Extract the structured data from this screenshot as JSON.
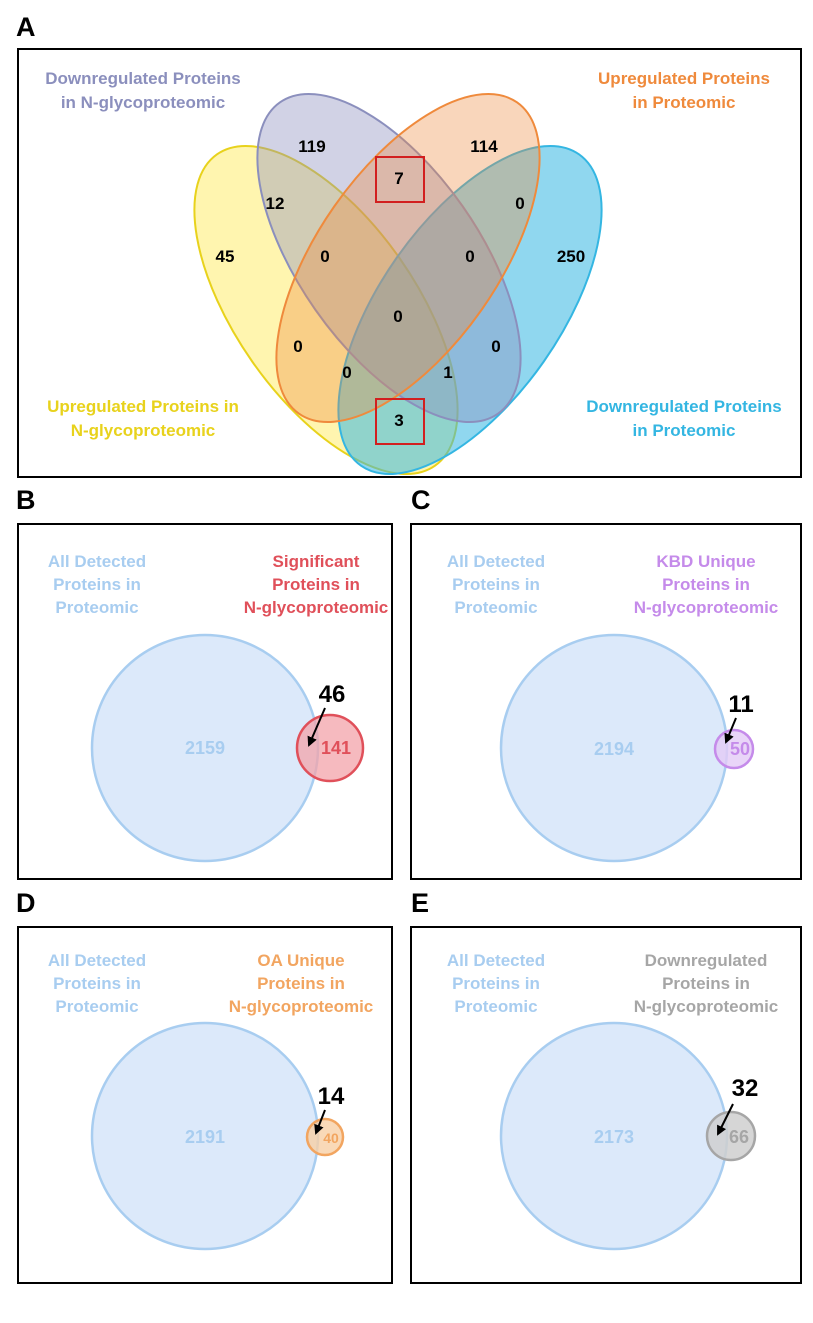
{
  "colors": {
    "down_nglyco": "#8b8fbd",
    "up_prot": "#ef8a3c",
    "up_nglyco": "#e8d21c",
    "down_prot": "#34b6e2",
    "all_detected": "#a8cdf0",
    "significant": "#e0505a",
    "kbd_unique": "#c58bea",
    "oa_unique": "#f2a560",
    "downregulated": "#a6a6a6",
    "highlight_box": "#d21f1f"
  },
  "panel_a": {
    "letter": "A",
    "labels": {
      "down_nglyco": [
        "Downregulated Proteins",
        "in N-glycoproteomic"
      ],
      "up_prot": [
        "Upregulated Proteins",
        "in Proteomic"
      ],
      "up_nglyco": [
        "Upregulated Proteins in",
        "N-glycoproteomic"
      ],
      "down_prot": [
        "Downregulated Proteins",
        "in Proteomic"
      ]
    },
    "counts": [
      "119",
      "7",
      "114",
      "12",
      "0",
      "45",
      "0",
      "0",
      "250",
      "0",
      "0",
      "0",
      "0",
      "1",
      "3"
    ],
    "highlighted": [
      "7",
      "3"
    ]
  },
  "panel_b": {
    "letter": "B",
    "left_label": [
      "All Detected",
      "Proteins  in",
      "Proteomic"
    ],
    "right_label": [
      "Significant",
      "Proteins in",
      "N-glycoproteomic"
    ],
    "big_count": "2159",
    "small_count": "141",
    "overlap": "46"
  },
  "panel_c": {
    "letter": "C",
    "left_label": [
      "All Detected",
      "Proteins in",
      "Proteomic"
    ],
    "right_label": [
      "KBD Unique",
      "Proteins in",
      "N-glycoproteomic"
    ],
    "big_count": "2194",
    "small_count": "50",
    "overlap": "11"
  },
  "panel_d": {
    "letter": "D",
    "left_label": [
      "All Detected",
      "Proteins in",
      "Proteomic"
    ],
    "right_label": [
      "OA Unique",
      "Proteins in",
      "N-glycoproteomic"
    ],
    "big_count": "2191",
    "small_count": "40",
    "overlap": "14"
  },
  "panel_e": {
    "letter": "E",
    "left_label": [
      "All Detected",
      "Proteins in",
      "Proteomic"
    ],
    "right_label": [
      "Downregulated",
      "Proteins in",
      "N-glycoproteomic"
    ],
    "big_count": "2173",
    "small_count": "66",
    "overlap": "32"
  }
}
